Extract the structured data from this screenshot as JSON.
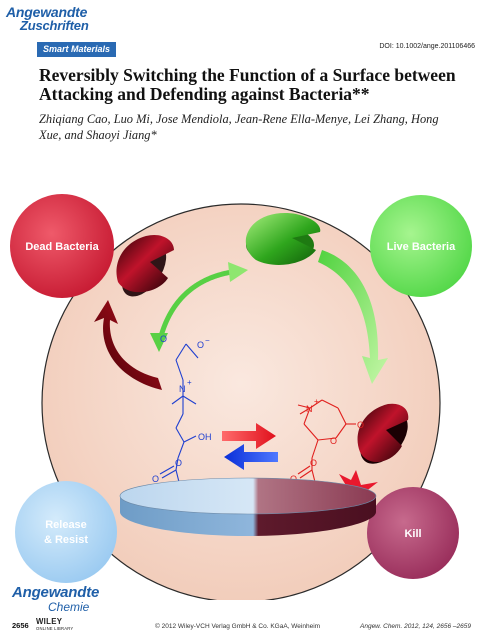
{
  "journal": {
    "line1": "Angewandte",
    "line2": "Zuschriften",
    "line2_bottom": "Chemie"
  },
  "section_tag": "Smart Materials",
  "doi": "DOI: 10.1002/ange.201106466",
  "title": "Reversibly Switching the Function of a Surface between Attacking and Defending against Bacteria**",
  "authors": "Zhiqiang Cao, Luo Mi, Jose Mendiola, Jean-Rene Ella-Menye, Lei Zhang, Hong Xue, and Shaoyi Jiang*",
  "figure": {
    "dead_bacteria": "Dead Bacteria",
    "live_bacteria": "Live Bacteria",
    "release_line1": "Release",
    "release_line2": "& Resist",
    "kill": "Kill",
    "colors": {
      "dead": "#d8243a",
      "live": "#6ee85a",
      "release": "#a9d3f5",
      "kill": "#a83d66",
      "disc_bg": "#f6d8c9"
    },
    "zwitterion": {
      "carboxylate": "O",
      "carboxylate_charge": "−",
      "n_plus": "N",
      "n_charge": "+",
      "oh": "OH",
      "ester_o": "O",
      "ester_o2": "O"
    },
    "lactone": {
      "n_plus": "N",
      "n_charge": "+",
      "o_ring": "O",
      "o_carbonyl": "O",
      "ester_o": "O",
      "ester_o2": "O"
    }
  },
  "footer": {
    "page": "2656",
    "wiley_line1": "WILEY",
    "wiley_line2": "ONLINE LIBRARY",
    "copyright": "© 2012 Wiley-VCH Verlag GmbH & Co. KGaA, Weinheim",
    "citation": "Angew. Chem. 2012, 124, 2656 –2659"
  }
}
